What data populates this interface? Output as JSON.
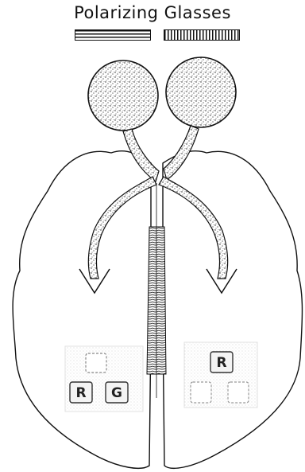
{
  "title": "Polarizing Glasses",
  "left_panel": {
    "top_box": "",
    "bottom_left": "R",
    "bottom_right": "G"
  },
  "right_panel": {
    "top_box": "R",
    "bottom_left": "",
    "bottom_right": ""
  }
}
